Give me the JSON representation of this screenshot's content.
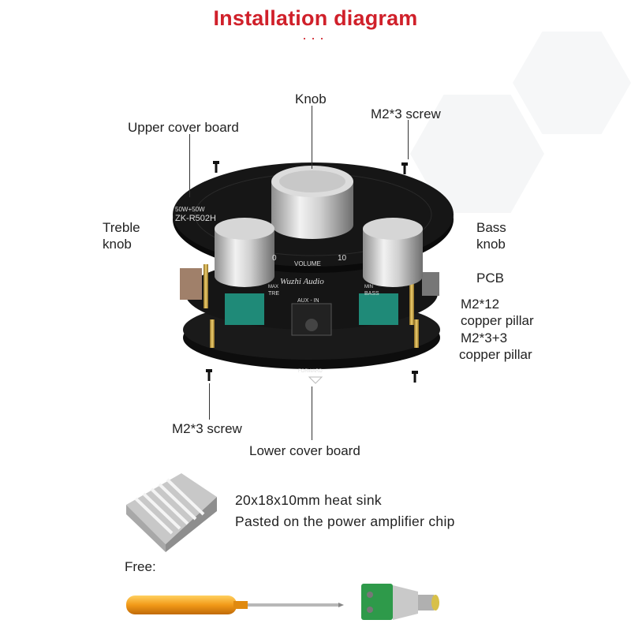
{
  "title": "Installation diagram",
  "title_dots": "...",
  "labels": {
    "knob": "Knob",
    "top_screw": "M2*3 screw",
    "upper_cover": "Upper cover board",
    "treble_1": "Treble",
    "treble_2": "knob",
    "bass_1": "Bass",
    "bass_2": "knob",
    "pcb": "PCB",
    "pillar12_1": "M2*12",
    "pillar12_2": "copper pillar",
    "pillar33_1": "M2*3+3",
    "pillar33_2": "copper pillar",
    "bottom_screw": "M2*3 screw",
    "lower_cover": "Lower cover board"
  },
  "board_print": {
    "power": "50W+50W",
    "model": "ZK-R502H",
    "brand": "Wuzhi Audio",
    "volume": "VOLUME",
    "vol_min": "0",
    "vol_max": "10",
    "tre": "TRE",
    "bass": "BASS",
    "aux": "AUX - IN",
    "max": "MAX",
    "min": "MIN",
    "forward": "FORWARD"
  },
  "heat_sink": {
    "line1": "20x18x10mm heat sink",
    "line2": "Pasted on the power amplifier chip"
  },
  "free_label": "Free:",
  "colors": {
    "title": "#d0202a",
    "board": "#111111",
    "screwdriver_handle": "#f0a020",
    "terminal": "#2e9a4a"
  }
}
